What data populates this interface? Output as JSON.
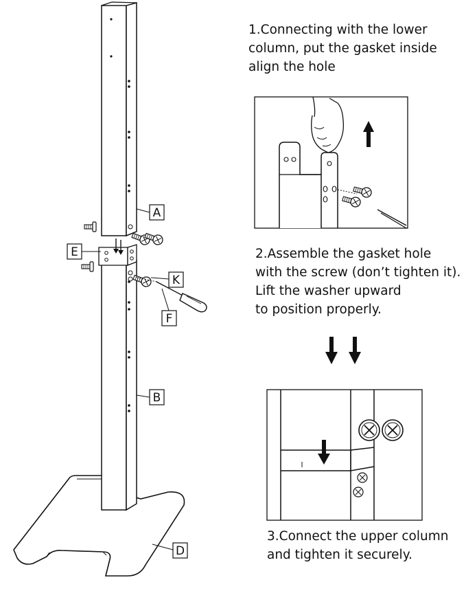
{
  "steps": [
    {
      "lines": [
        "1.Connecting with the lower",
        "column, put the gasket inside",
        "align the hole"
      ]
    },
    {
      "lines": [
        "2.Assemble the gasket hole",
        "with the screw (don’t tighten it).",
        "Lift the washer upward",
        "to position properly."
      ]
    },
    {
      "lines": [
        "3.Connect the upper column",
        "and tighten it securely."
      ]
    }
  ],
  "part_labels": {
    "A": "A",
    "B": "B",
    "D": "D",
    "E": "E",
    "F": "F",
    "K": "K"
  }
}
